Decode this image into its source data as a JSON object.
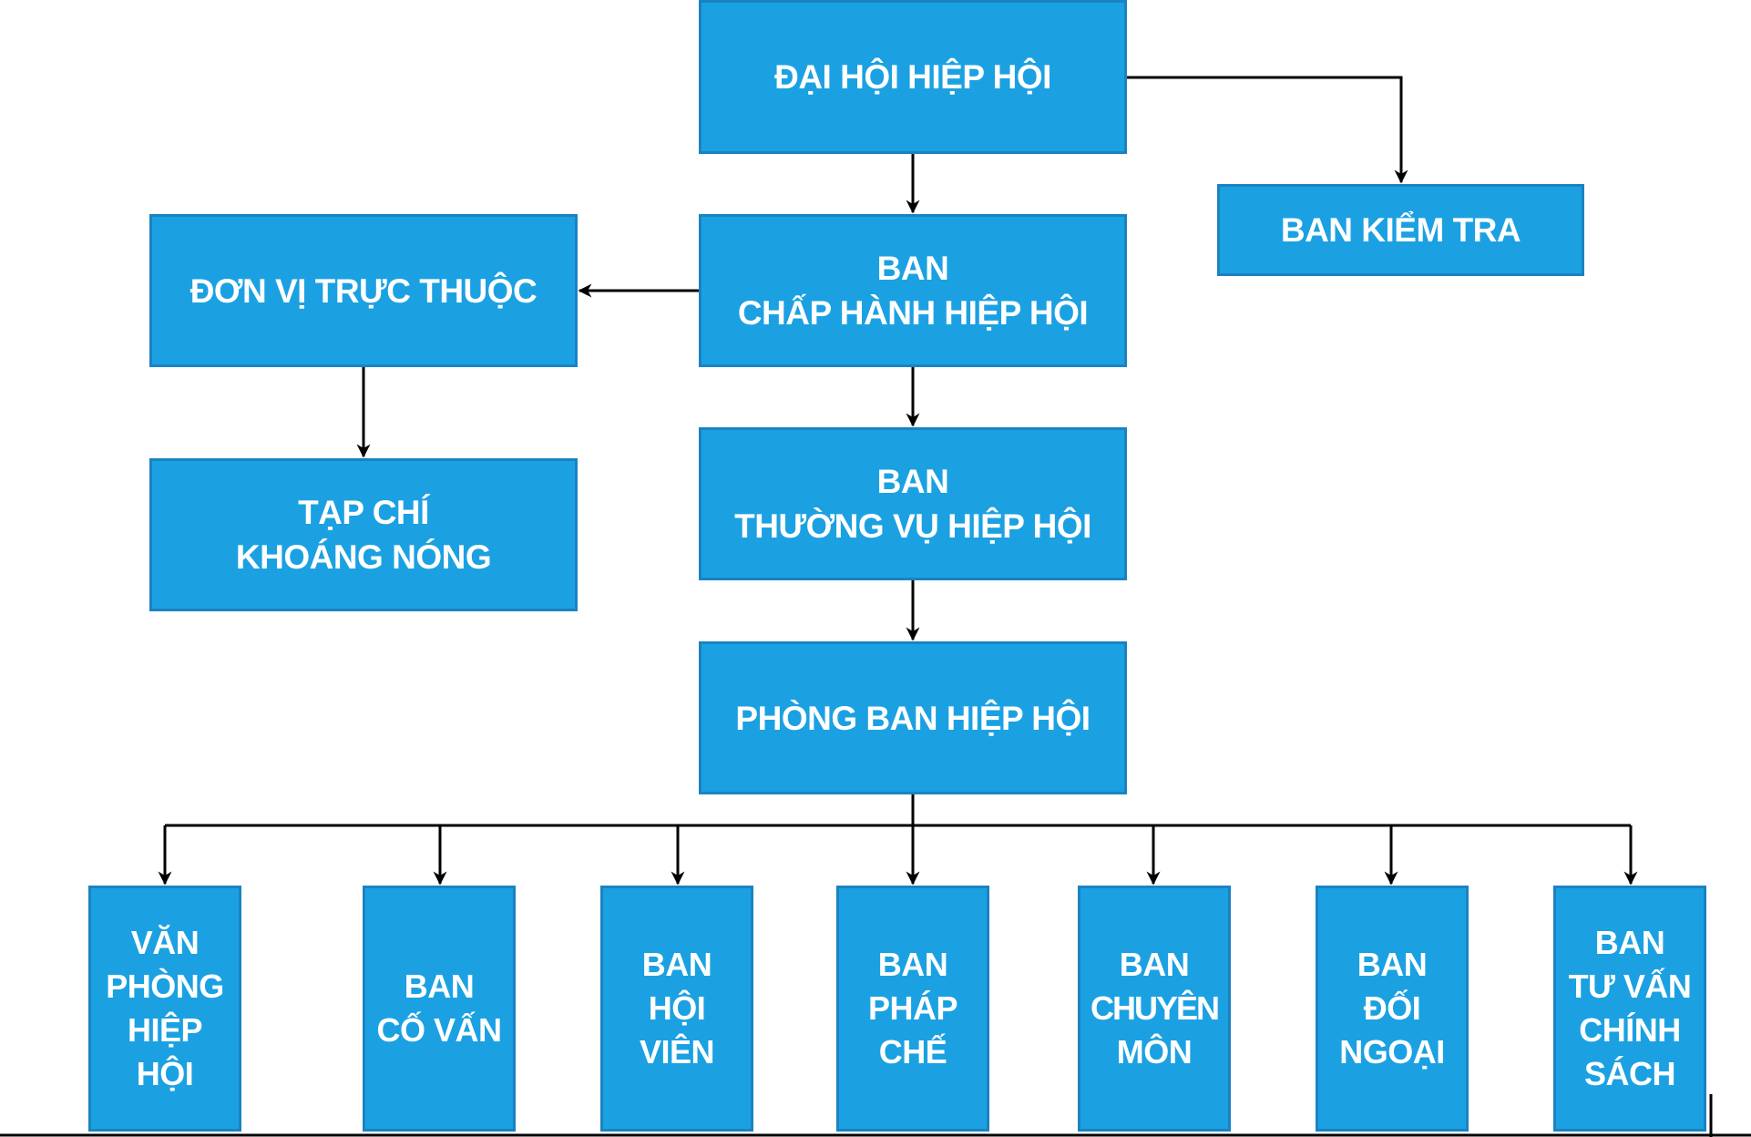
{
  "colors": {
    "box_fill": "#1ba1e2",
    "box_border": "#1b82c2",
    "text": "#ffffff",
    "connector": "#000000"
  },
  "nodes": {
    "dai_hoi": [
      "ĐẠI HỘI HIỆP HỘI"
    ],
    "ban_kiem_tra": [
      "BAN KIỂM TRA"
    ],
    "don_vi_truc_thuoc": [
      "ĐƠN VỊ TRỰC THUỘC"
    ],
    "ban_chap_hanh": [
      "BAN",
      "CHẤP HÀNH HIỆP HỘI"
    ],
    "tap_chi": [
      "TẠP CHÍ",
      "KHOÁNG NÓNG"
    ],
    "ban_thuong_vu": [
      "BAN",
      "THƯỜNG VỤ HIỆP HỘI"
    ],
    "phong_ban": [
      "PHÒNG BAN HIỆP HỘI"
    ],
    "departments": [
      [
        "VĂN",
        "PHÒNG",
        "HIỆP",
        "HỘI"
      ],
      [
        "BAN",
        "CỐ VẤN"
      ],
      [
        "BAN",
        "HỘI",
        "VIÊN"
      ],
      [
        "BAN",
        "PHÁP",
        "CHẾ"
      ],
      [
        "BAN",
        "CHUYÊN",
        "MÔN"
      ],
      [
        "BAN",
        "ĐỐI",
        "NGOẠI"
      ],
      [
        "BAN",
        "TƯ VẤN",
        "CHÍNH",
        "SÁCH"
      ]
    ]
  }
}
